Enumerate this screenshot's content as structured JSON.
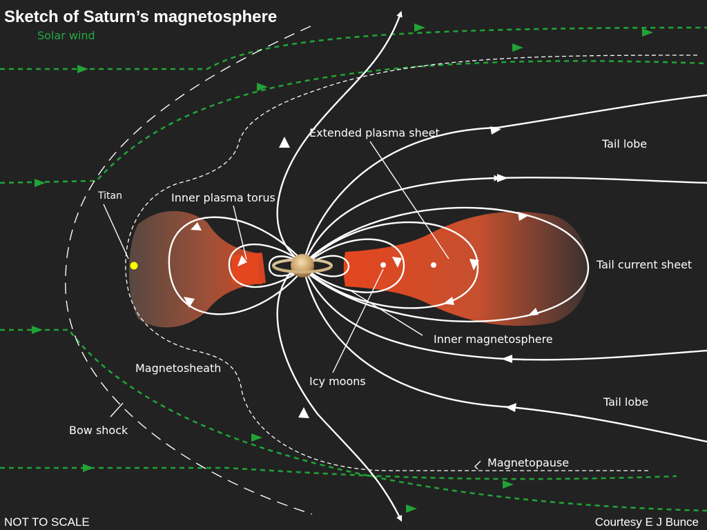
{
  "title": "Sketch of Saturn’s magnetosphere",
  "labels": {
    "solar_wind": "Solar wind",
    "titan": "Titan",
    "inner_plasma_torus": "Inner plasma torus",
    "extended_plasma_sheet": "Extended plasma sheet",
    "tail_lobe_top": "Tail lobe",
    "tail_current_sheet": "Tail current sheet",
    "inner_magnetosphere": "Inner magnetosphere",
    "icy_moons": "Icy moons",
    "magnetosheath": "Magnetosheath",
    "tail_lobe_bottom": "Tail lobe",
    "bow_shock": "Bow shock",
    "magnetopause": "Magnetopause"
  },
  "footer": {
    "scale_note": "NOT TO SCALE",
    "credit": "Courtesy E J Bunce"
  },
  "colors": {
    "background": "#222222",
    "solar_wind": "#21a336",
    "field_lines": "#ffffff",
    "plasma": "#e0461f",
    "titan": "#ffff00"
  }
}
